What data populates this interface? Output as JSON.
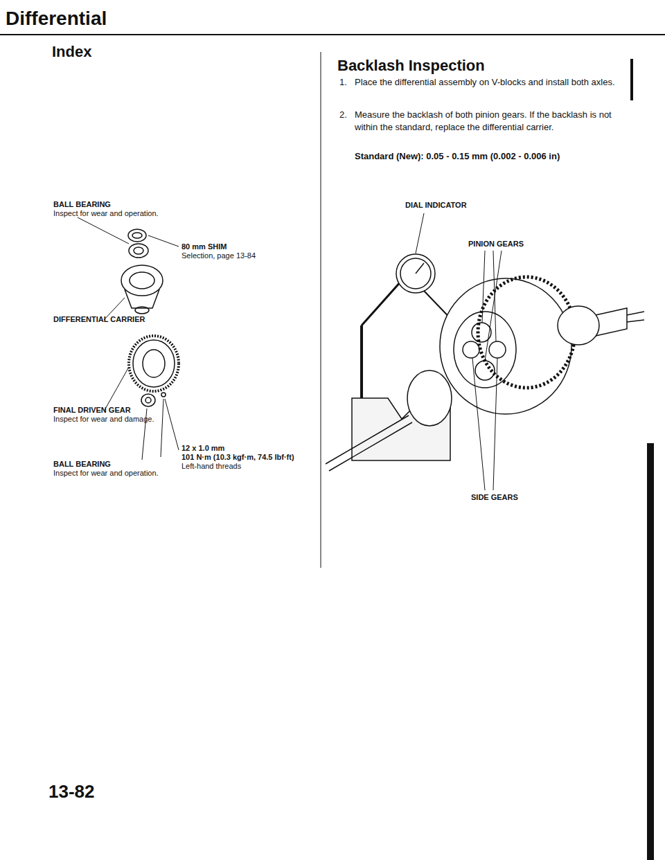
{
  "diagram": {
    "title": "Differential",
    "labels": [
      "Index",
      "BALL BEARING",
      "Inspect for wear and operation.",
      "80 mm SHIM",
      "Selection, page 13-84",
      "DIFFERENTIAL CARRIER",
      "FINAL DRIVEN GEAR",
      "Inspect for wear and damage.",
      "12 x 1.0 mm",
      "101 N·m (10.3 kgf·m, 74.5 lbf·ft)",
      "Left-hand threads",
      "BALL BEARING",
      "Inspect for wear and operation.",
      "Backlash Inspection",
      "1.",
      "Place the differential assembly on V-blocks and install both axles.",
      "2.",
      "Measure the backlash of both pinion gears. If the backlash is not within the standard, replace the differential carrier.",
      "Standard (New): 0.05 - 0.15 mm (0.002 - 0.006 in)",
      "DIAL INDICATOR",
      "PINION GEARS",
      "SIDE GEARS",
      "13-82"
    ]
  }
}
